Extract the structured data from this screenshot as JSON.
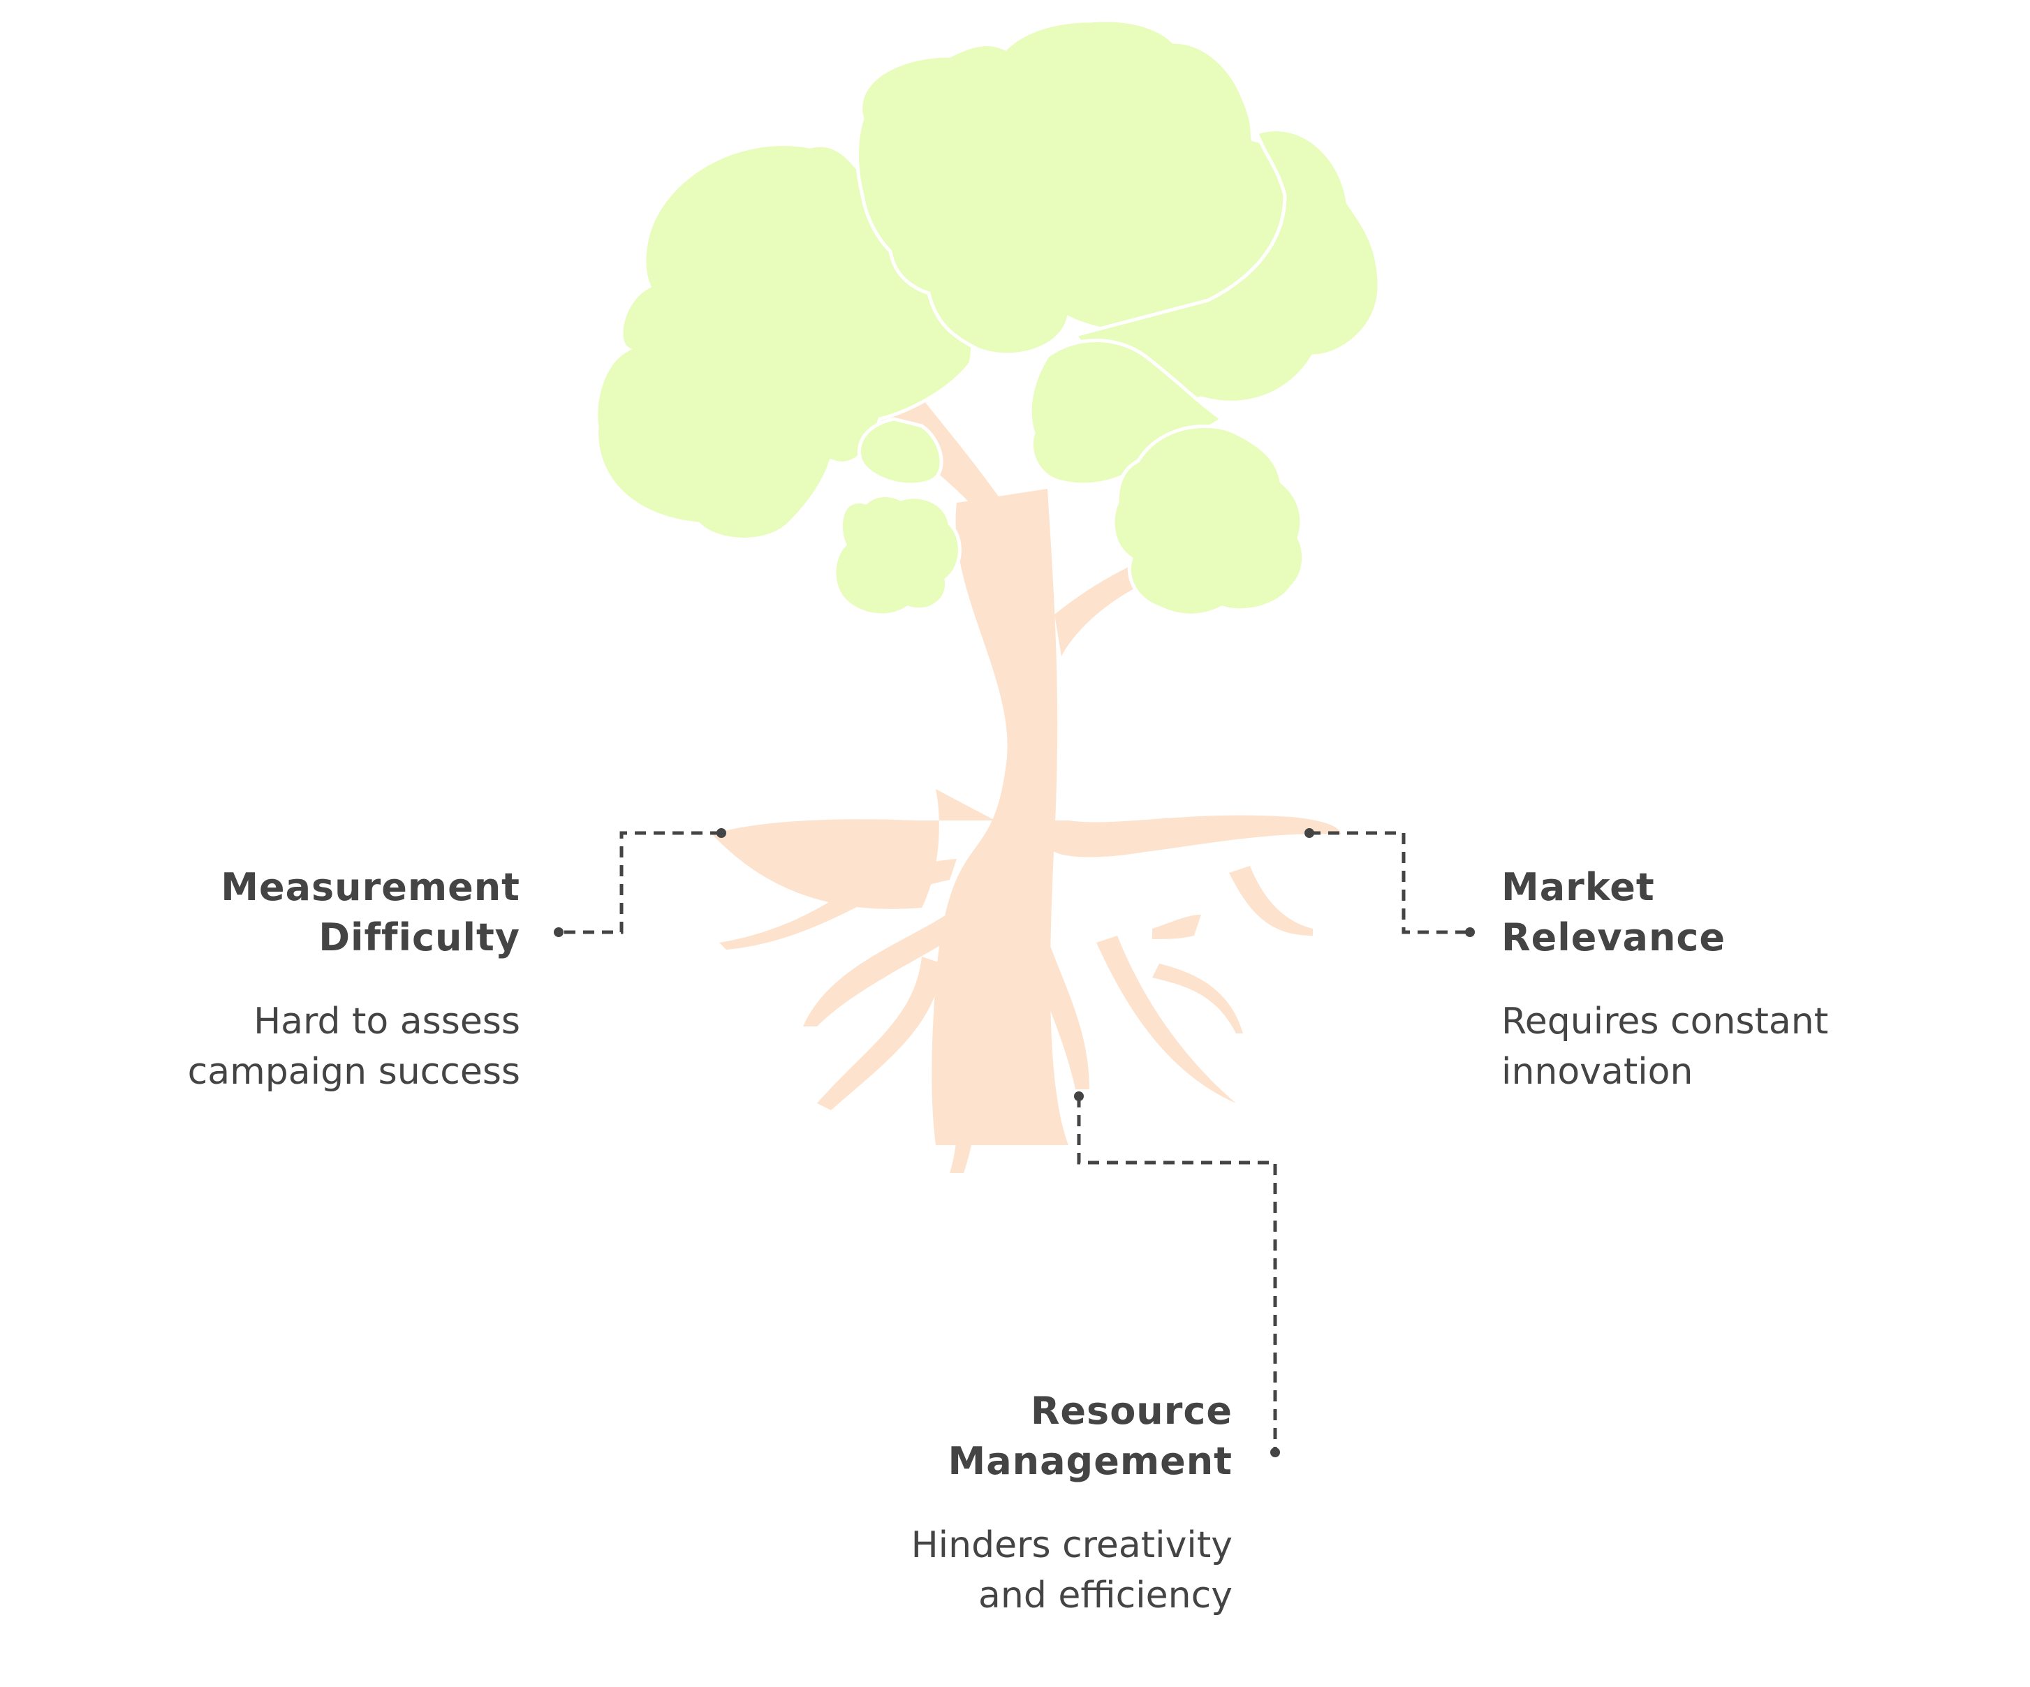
{
  "colors": {
    "foliage": "#E8FCBB",
    "foliage_outline": "#FFFFFF",
    "roots": "#FDE3CD",
    "connector": "#444444",
    "text": "#444444"
  },
  "labels": {
    "measurement": {
      "title": "Measurement Difficulty",
      "desc": "Hard to assess campaign success"
    },
    "market": {
      "title": "Market Relevance",
      "desc": "Requires constant innovation"
    },
    "resource": {
      "title": "Resource Management",
      "desc": "Hinders creativity and efficiency"
    }
  }
}
